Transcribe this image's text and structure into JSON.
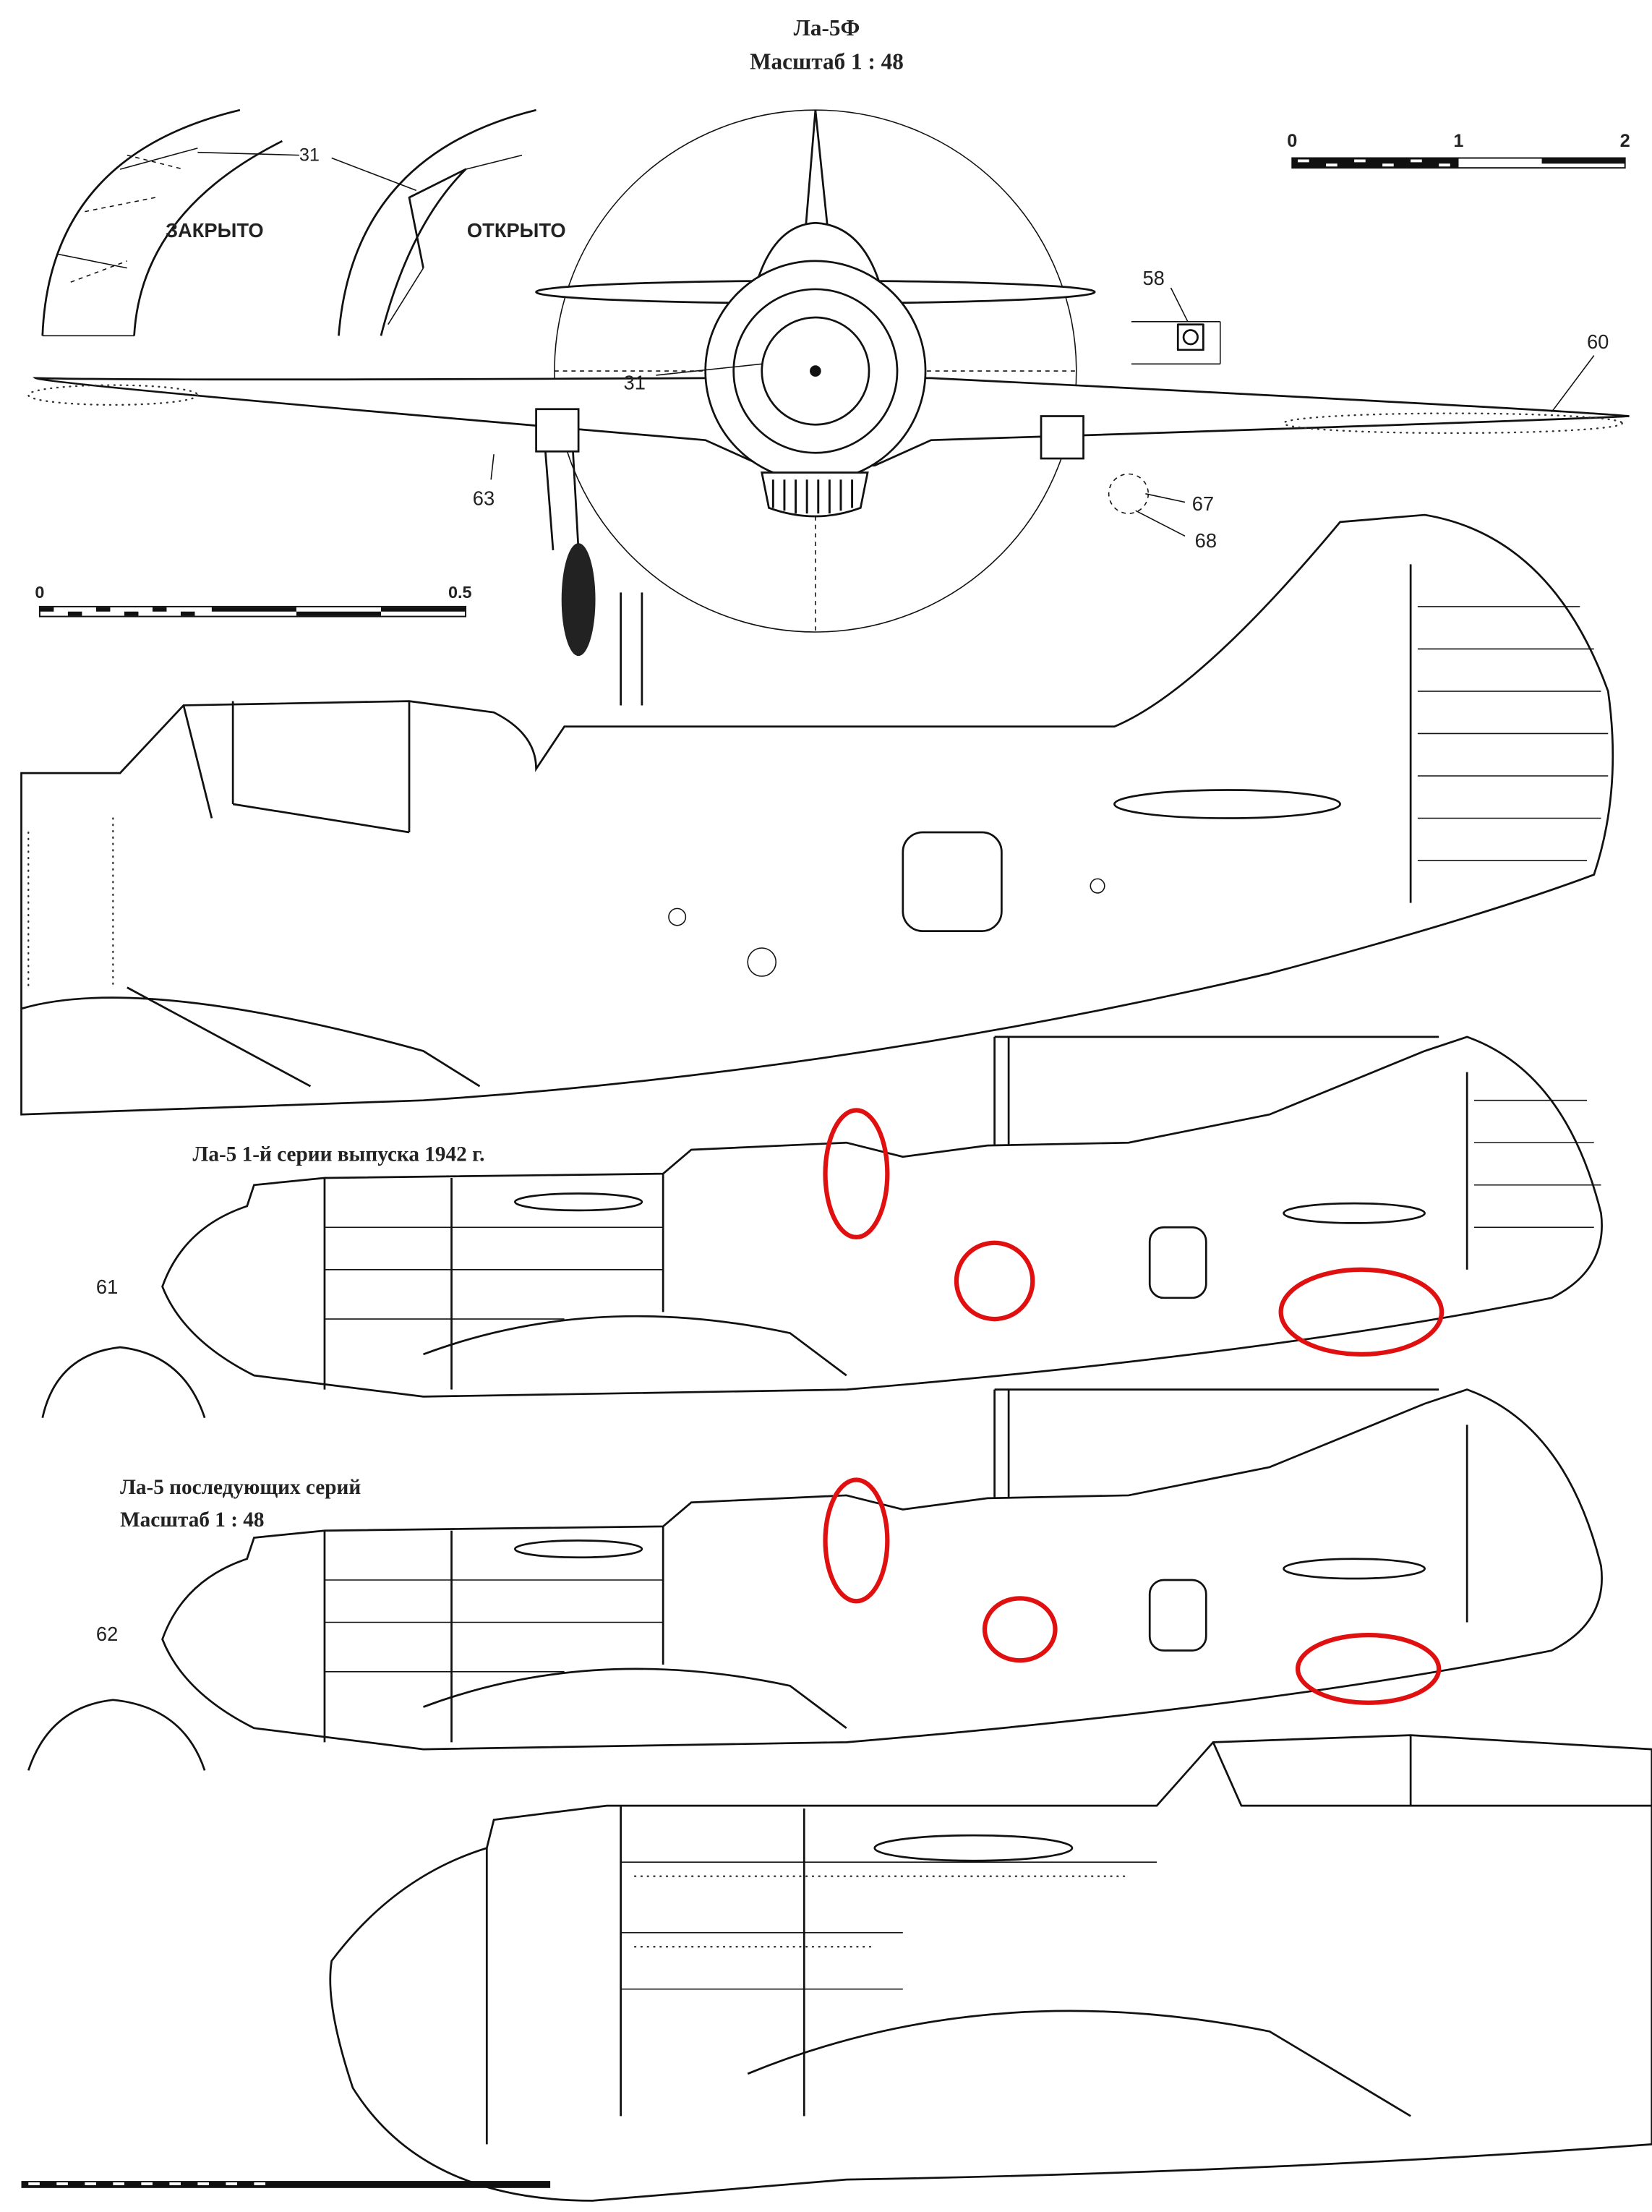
{
  "title": {
    "aircraft": "Ла-5Ф",
    "scale": "Масштаб 1 : 48"
  },
  "cowl_detail": {
    "closed_label": "ЗАКРЫТО",
    "open_label": "ОТКРЫТО",
    "callout": "31"
  },
  "front_view": {
    "callouts": {
      "c31": "31",
      "c58": "58",
      "c60": "60",
      "c63": "63",
      "c67": "67",
      "c68": "68"
    }
  },
  "scale_bar_top": {
    "ticks": [
      "0",
      "1",
      "2"
    ]
  },
  "scale_bar_left": {
    "ticks": [
      "0",
      "0.5"
    ]
  },
  "side_view_1": {
    "caption": "Ла-5 1-й серии выпуска 1942 г.",
    "callout": "61"
  },
  "side_view_2": {
    "caption_line1": "Ла-5 последующих серий",
    "caption_line2": "Масштаб 1 : 48",
    "callout": "62"
  },
  "annotation_color": "#e01010"
}
